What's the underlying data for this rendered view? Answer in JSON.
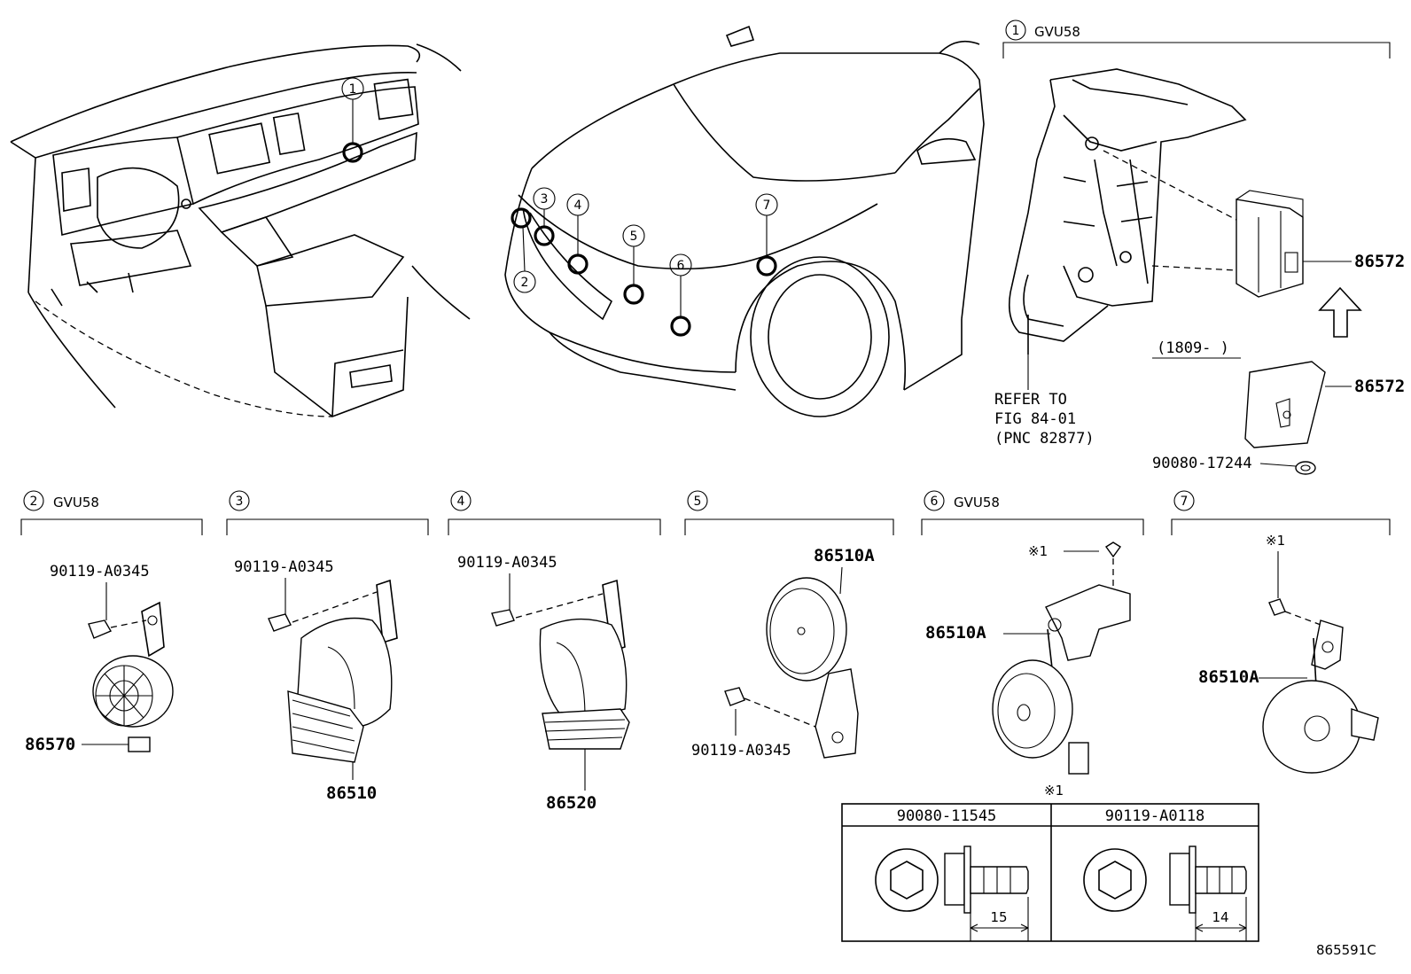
{
  "callouts": [
    "1",
    "2",
    "3",
    "4",
    "5",
    "6",
    "7"
  ],
  "sections": {
    "s1": {
      "num": "1",
      "model": "GVU58"
    },
    "s2": {
      "num": "2",
      "model": "GVU58",
      "bolt": "90119-A0345",
      "part": "86570"
    },
    "s3": {
      "num": "3",
      "bolt": "90119-A0345",
      "part": "86510"
    },
    "s4": {
      "num": "4",
      "bolt": "90119-A0345",
      "part": "86520"
    },
    "s5": {
      "num": "5",
      "bolt": "90119-A0345",
      "part": "86510A"
    },
    "s6": {
      "num": "6",
      "model": "GVU58",
      "note": "※1",
      "part": "86510A"
    },
    "s7": {
      "num": "7",
      "note": "※1",
      "part": "86510A"
    }
  },
  "section1_labels": {
    "part_upper": "86572",
    "part_lower": "86572",
    "date_range": "(1809-     )",
    "refer_line1": "REFER TO",
    "refer_line2": "FIG 84-01",
    "refer_line3": "(PNC 82877)",
    "nut": "90080-17244"
  },
  "fastener_table": {
    "note": "※1",
    "columns": [
      {
        "part": "90080-11545",
        "dimension": "15"
      },
      {
        "part": "90119-A0118",
        "dimension": "14"
      }
    ]
  },
  "figure_id": "865591C"
}
